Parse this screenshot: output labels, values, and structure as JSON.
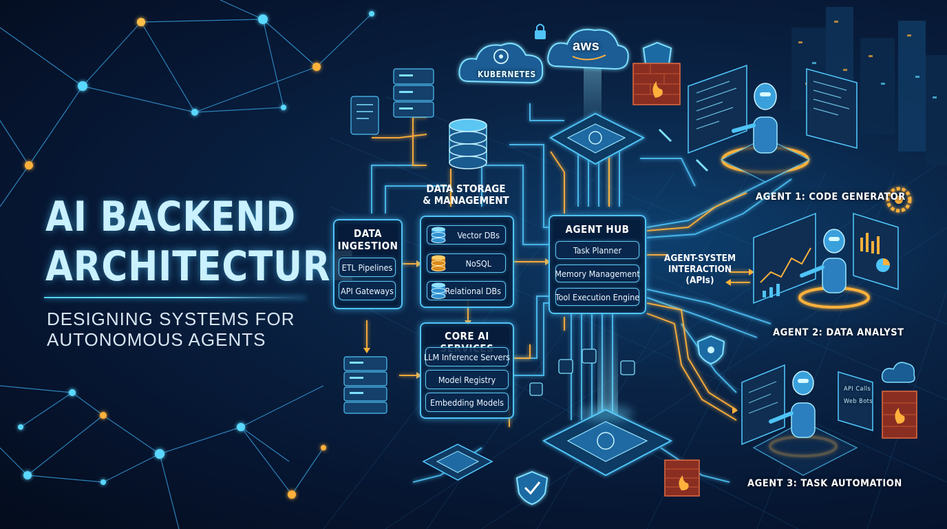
{
  "title": {
    "line1": "AI BACKEND",
    "line2": "ARCHITECTURE",
    "subtitle_line1": "DESIGNING SYSTEMS FOR",
    "subtitle_line2": "AUTONOMOUS AGENTS"
  },
  "cloud": {
    "kubernetes": "KUBERNETES",
    "aws": "aws"
  },
  "data_ingestion": {
    "title_line1": "DATA",
    "title_line2": "INGESTION",
    "items": [
      "ETL Pipelines",
      "API Gateways"
    ]
  },
  "data_storage": {
    "title_line1": "DATA STORAGE",
    "title_line2": "& MANAGEMENT",
    "items": [
      "Vector DBs",
      "NoSQL",
      "Relational DBs"
    ]
  },
  "core_ai": {
    "title": "CORE AI SERVICES",
    "items": [
      "LLM Inference Servers",
      "Model Registry",
      "Embedding Models"
    ]
  },
  "agent_hub": {
    "title": "AGENT HUB",
    "items": [
      "Task Planner",
      "Memory Management",
      "Tool Execution Engine"
    ]
  },
  "interaction": {
    "line1": "AGENT-SYSTEM",
    "line2": "INTERACTION",
    "line3": "(APIs)"
  },
  "agents": [
    "AGENT 1: CODE GENERATOR",
    "AGENT 2: DATA ANALYST",
    "AGENT 3: TASK AUTOMATION"
  ],
  "agent3_panel": {
    "line1": "API Calls",
    "line2": "Web Bots"
  },
  "colors": {
    "accent_cyan": "#4fc3f7",
    "accent_orange": "#ffb13b",
    "background": "#0a2446"
  }
}
